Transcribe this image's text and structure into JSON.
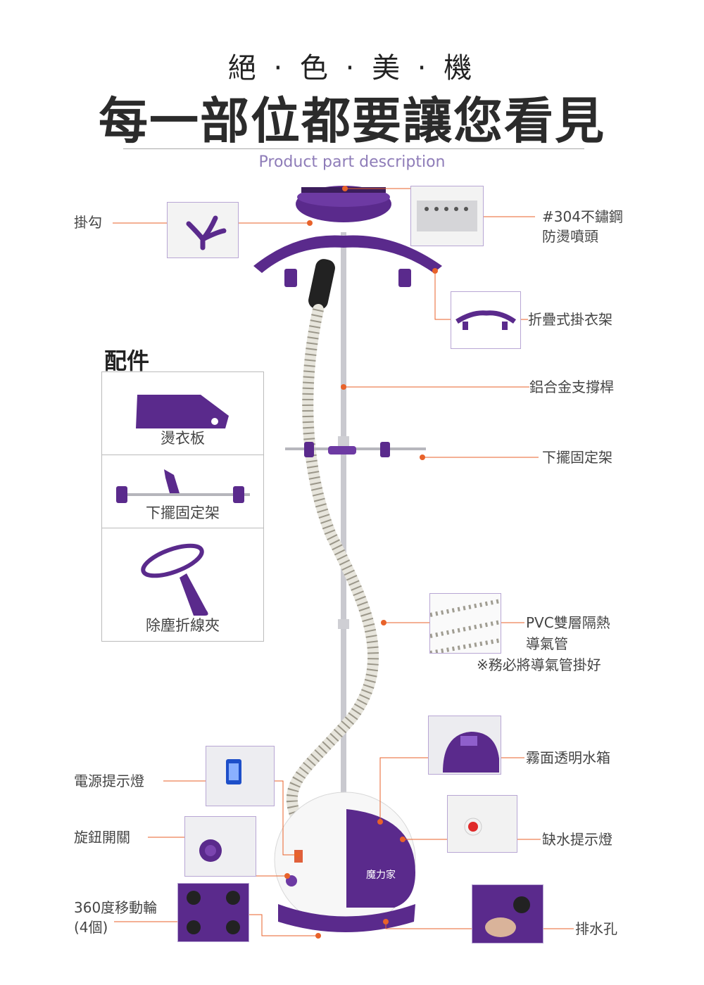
{
  "header": {
    "subtitle": "絕 · 色 · 美 · 機",
    "title": "每一部位都要讓您看見",
    "caption": "Product part description"
  },
  "left_labels": {
    "hook": "掛勾",
    "power_light": "電源提示燈",
    "knob_switch": "旋鈕開關",
    "wheels_line1": "360度移動輪",
    "wheels_line2": "(4個)"
  },
  "right_labels": {
    "nozzle_line1": "#304不鏽鋼",
    "nozzle_line2": "防燙噴頭",
    "hanger": "折疊式掛衣架",
    "pole": "鋁合金支撐桿",
    "lower_clip": "下擺固定架",
    "hose_line1": "PVC雙層隔熱",
    "hose_line2": "導氣管",
    "hose_note": "※務必將導氣管掛好",
    "tank": "霧面透明水箱",
    "low_water": "缺水提示燈",
    "drain": "排水孔"
  },
  "accessories": {
    "title": "配件",
    "items": [
      "燙衣板",
      "下擺固定架",
      "除塵折線夾"
    ]
  },
  "brand": {
    "logo_text": "魔力家"
  },
  "colors": {
    "purple": "#5a2a8c",
    "purple_light": "#7b45b0",
    "leader_line": "#e8622a",
    "accent_text": "#8e7cb8"
  }
}
